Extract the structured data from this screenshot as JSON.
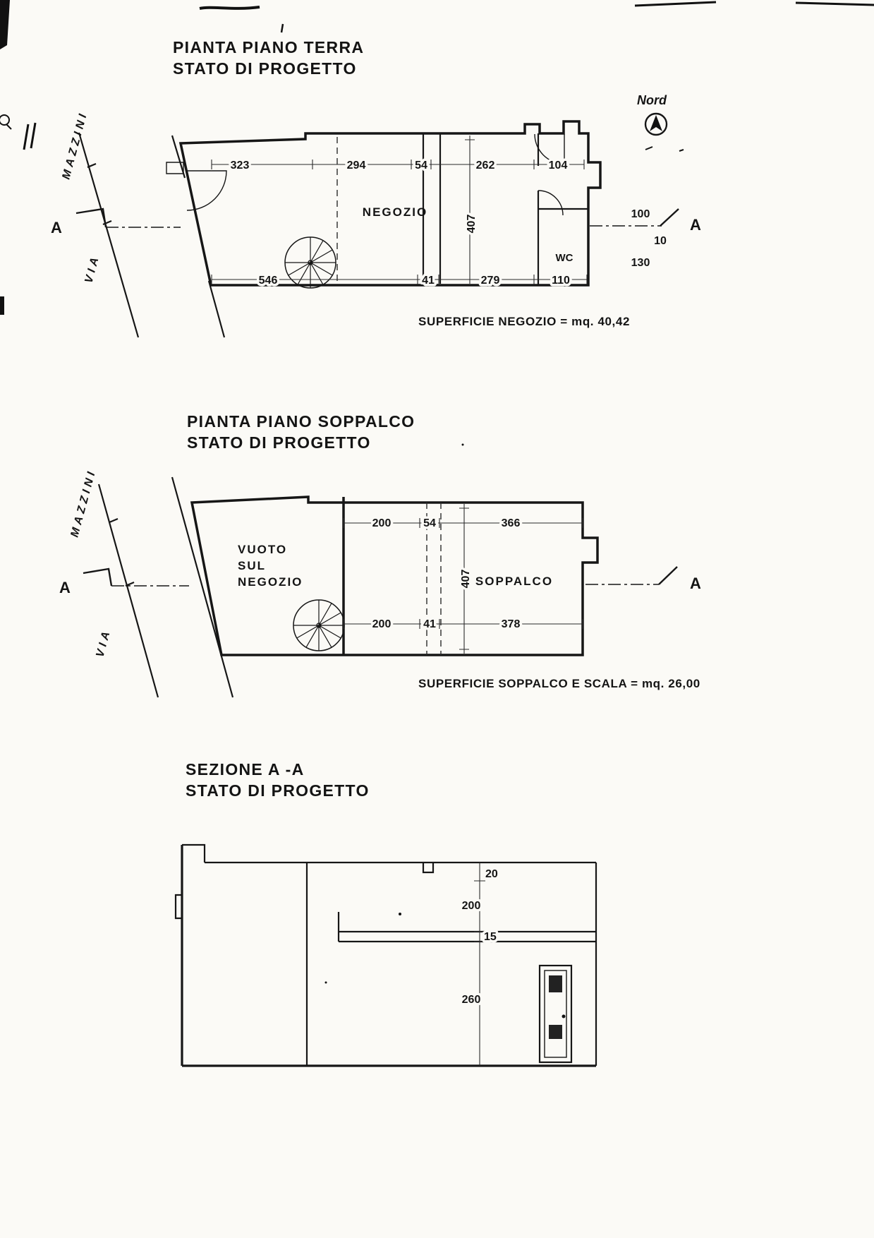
{
  "terra": {
    "title1": "PIANTA PIANO TERRA",
    "title2": "STATO DI PROGETTO",
    "north_label": "Nord",
    "street": {
      "via": "VIA",
      "name": "MAZZINI"
    },
    "section_a": "A",
    "room": "NEGOZIO",
    "wc": "WC",
    "dims_top": [
      "323",
      "294",
      "54",
      "262",
      "104"
    ],
    "dim_height": "407",
    "dims_bottom": [
      "546",
      "41",
      "279",
      "110"
    ],
    "dims_right": [
      "100",
      "10",
      "130"
    ],
    "caption": "SUPERFICIE NEGOZIO = mq. 40,42"
  },
  "soppalco": {
    "title1": "PIANTA PIANO SOPPALCO",
    "title2": "STATO DI PROGETTO",
    "street": {
      "via": "VIA",
      "name": "MAZZINI"
    },
    "section_a": "A",
    "void1": "VUOTO",
    "void2": "SUL",
    "void3": "NEGOZIO",
    "room": "SOPPALCO",
    "dims_top": [
      "200",
      "54",
      "366"
    ],
    "dim_height": "407",
    "dims_bottom": [
      "200",
      "41",
      "378"
    ],
    "caption": "SUPERFICIE SOPPALCO E SCALA = mq. 26,00"
  },
  "sezione": {
    "title1": "SEZIONE A -A",
    "title2": "STATO DI PROGETTO",
    "dims": [
      "20",
      "200",
      "15",
      "260"
    ]
  }
}
